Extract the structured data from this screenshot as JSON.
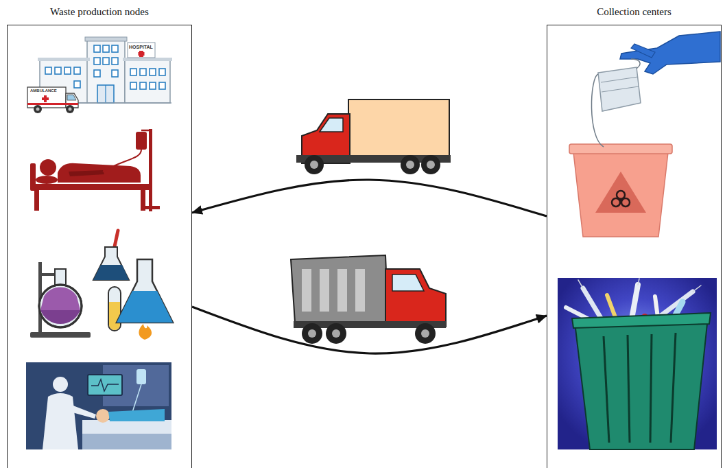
{
  "diagram": {
    "nodes": [
      {
        "text": [
          "Waste production nodes"
        ]
      },
      {
        "text": [
          "Collection centers"
        ]
      }
    ],
    "edges": [
      {
        "from": 1,
        "to": 0,
        "arrow": "to"
      },
      {
        "from": 0,
        "to": 1,
        "arrow": "to"
      }
    ],
    "labels": [
      "HOSPITAL",
      "AMBULANCE"
    ]
  }
}
